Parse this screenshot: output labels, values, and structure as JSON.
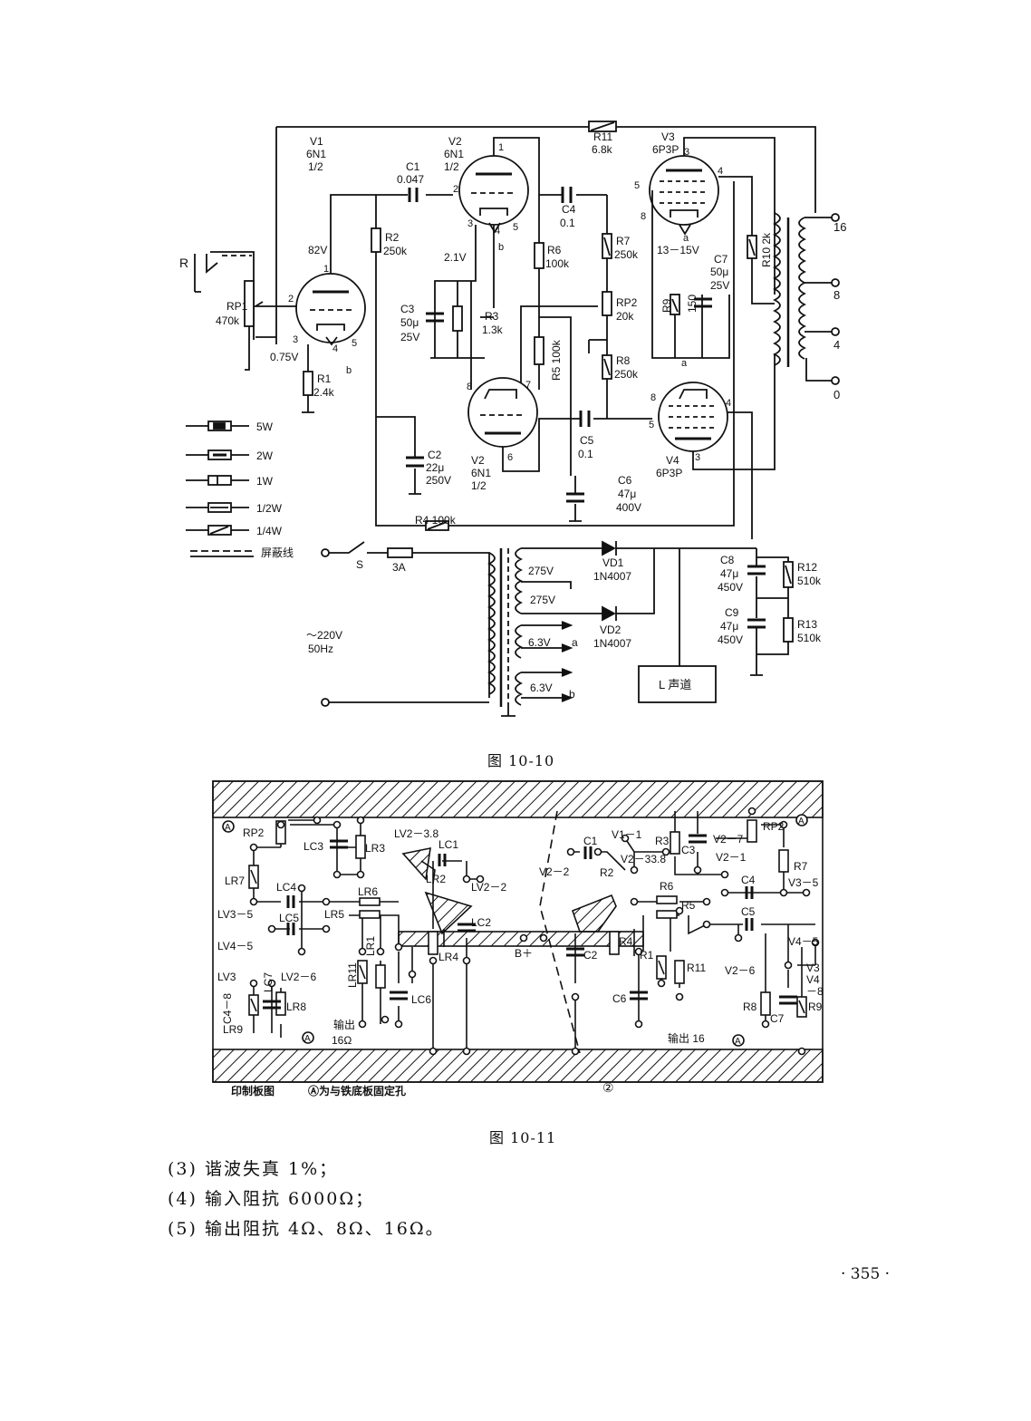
{
  "figure1": {
    "caption": "图  10-10",
    "tubes": {
      "v1": {
        "name": "V1",
        "type": "6N1",
        "part": "1/2"
      },
      "v2a": {
        "name": "V2",
        "type": "6N1",
        "part": "1/2"
      },
      "v2b": {
        "name": "V2",
        "type": "6N1",
        "part": "1/2"
      },
      "v3": {
        "name": "V3",
        "type": "6P3P",
        "bias": "13－15V"
      },
      "v4": {
        "name": "V4",
        "type": "6P3P"
      }
    },
    "components": {
      "r1": "R1",
      "r1v": "2.4k",
      "r2": "R2",
      "r2v": "250k",
      "r3": "R3",
      "r3v": "1.3k",
      "r4": "R4 100k",
      "r5": "R5 100k",
      "r6": "R6",
      "r6v": "100k",
      "r7": "R7",
      "r7v": "250k",
      "r8": "R8",
      "r8v": "250k",
      "r9": "R9",
      "r9v": "150",
      "r10": "R10 2k",
      "r11": "R11",
      "r11v": "6.8k",
      "r12": "R12",
      "r12v": "510k",
      "r13": "R13",
      "r13v": "510k",
      "rp1": "RP1",
      "rp1v": "470k",
      "rp2": "RP2",
      "rp2v": "20k",
      "c1": "C1",
      "c1v": "0.047",
      "c2": "C2",
      "c2v": "22μ",
      "c2v2": "250V",
      "c3": "C3",
      "c3v": "50μ",
      "c3v2": "25V",
      "c4": "C4",
      "c4v": "0.1",
      "c5": "C5",
      "c5v": "0.1",
      "c6": "C6",
      "c6v": "47μ",
      "c6v2": "400V",
      "c7": "C7",
      "c7v": "50μ",
      "c7v2": "25V",
      "c8": "C8",
      "c8v": "47μ",
      "c8v2": "450V",
      "c9": "C9",
      "c9v": "47μ",
      "c9v2": "450V",
      "vd1": "VD1",
      "vd1v": "1N4007",
      "vd2": "VD2",
      "vd2v": "1N4007"
    },
    "voltages": {
      "v82": "82V",
      "v075": "0.75V",
      "v21": "2.1V"
    },
    "outputs": [
      "16",
      "8",
      "4",
      "0"
    ],
    "input": "R",
    "power": {
      "mains": "～220V",
      "freq": "50Hz",
      "switch": "S",
      "fuse": "3A",
      "w1": "275V",
      "w2": "275V",
      "h1": "6.3V",
      "h1tag": "a",
      "h2": "6.3V",
      "h2tag": "b",
      "channel": "L 声道"
    },
    "legend": [
      "5W",
      "2W",
      "1W",
      "1/2W",
      "1/4W",
      "屏蔽线"
    ]
  },
  "figure2": {
    "caption": "图  10-11",
    "under_left": "印制板图",
    "under_mid": "Ⓐ为与铁底板固定孔",
    "ground_mark": "②",
    "labels": [
      "RP2",
      "LC3",
      "LR3",
      "LR7",
      "LC4",
      "LV3－5",
      "LR6",
      "LR5",
      "LC5",
      "LV4－5",
      "LV2－6",
      "LV3",
      "LC7",
      "LR8",
      "C4－8",
      "LR9",
      "LR11",
      "LR1",
      "LC6",
      "输出",
      "16Ω",
      "LV2－3.8",
      "LC1",
      "LR2",
      "LV2－2",
      "LC2",
      "LR4",
      "B＋",
      "V2－2",
      "C1",
      "V1－1",
      "R2",
      "V2－33.8",
      "R3",
      "C3",
      "V2－7",
      "V2－1",
      "RP2",
      "R7",
      "V3－5",
      "R6",
      "R5",
      "C4",
      "C5",
      "R4",
      "R1",
      "R11",
      "C2",
      "C6",
      "输出 16",
      "V2－6",
      "R8",
      "C7",
      "R9",
      "V4－5",
      "V3",
      "V4",
      "－8"
    ]
  },
  "specs": [
    "(3) 谐波失真 1%；",
    "(4) 输入阻抗 6000Ω；",
    "(5) 输出阻抗 4Ω、8Ω、16Ω。"
  ],
  "page_number": "· 355 ·"
}
